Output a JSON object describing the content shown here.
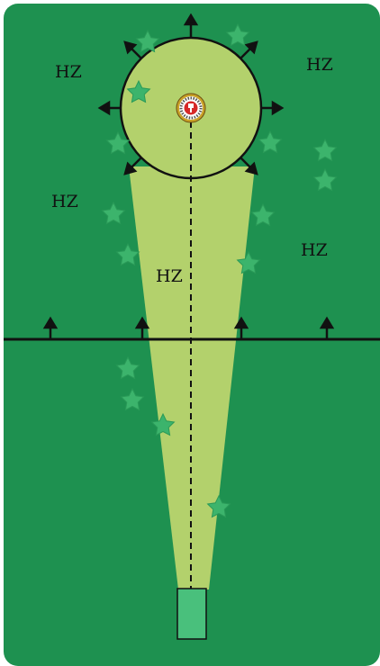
{
  "hazard_labels": [
    "HZ",
    "HZ",
    "HZ",
    "HZ",
    "HZ"
  ],
  "colors": {
    "background": "#1e9150",
    "fairway": "#b3d16c",
    "star": "#3cb46c",
    "tee_box": "#49c07c",
    "pin_red": "#d62828"
  },
  "icons": [
    "star-icon",
    "pin-icon",
    "arrow-up-icon"
  ]
}
